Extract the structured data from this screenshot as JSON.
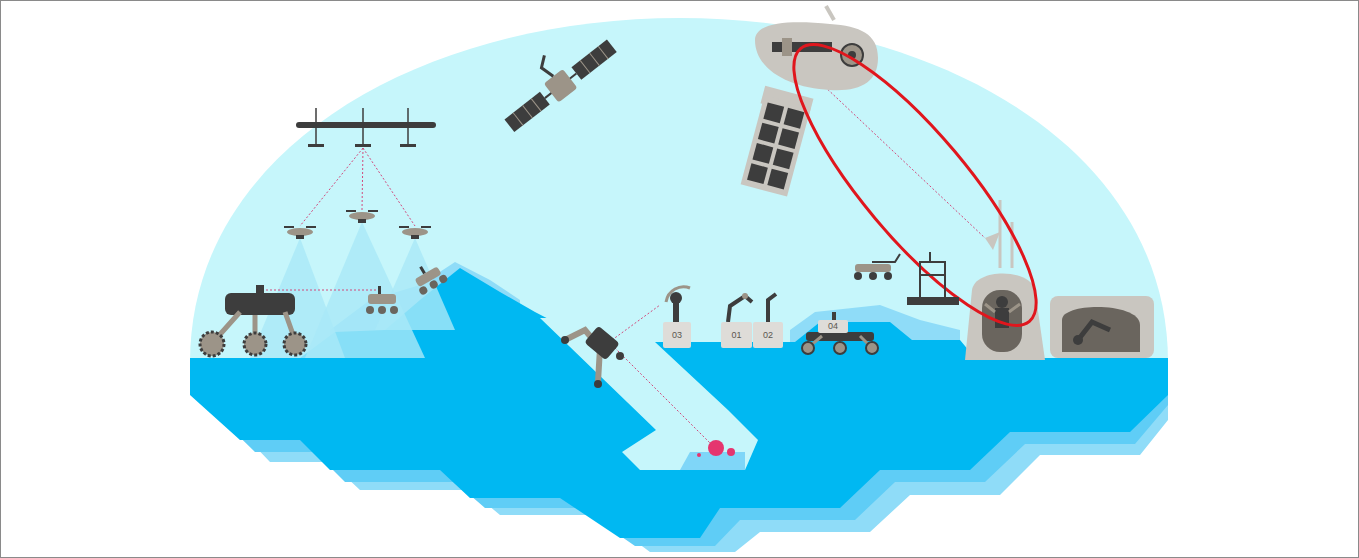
{
  "diagram": {
    "nodes": [
      {
        "text": [
          "03"
        ]
      },
      {
        "text": [
          "01"
        ]
      },
      {
        "text": [
          "02"
        ]
      },
      {
        "text": [
          "04"
        ]
      }
    ]
  }
}
